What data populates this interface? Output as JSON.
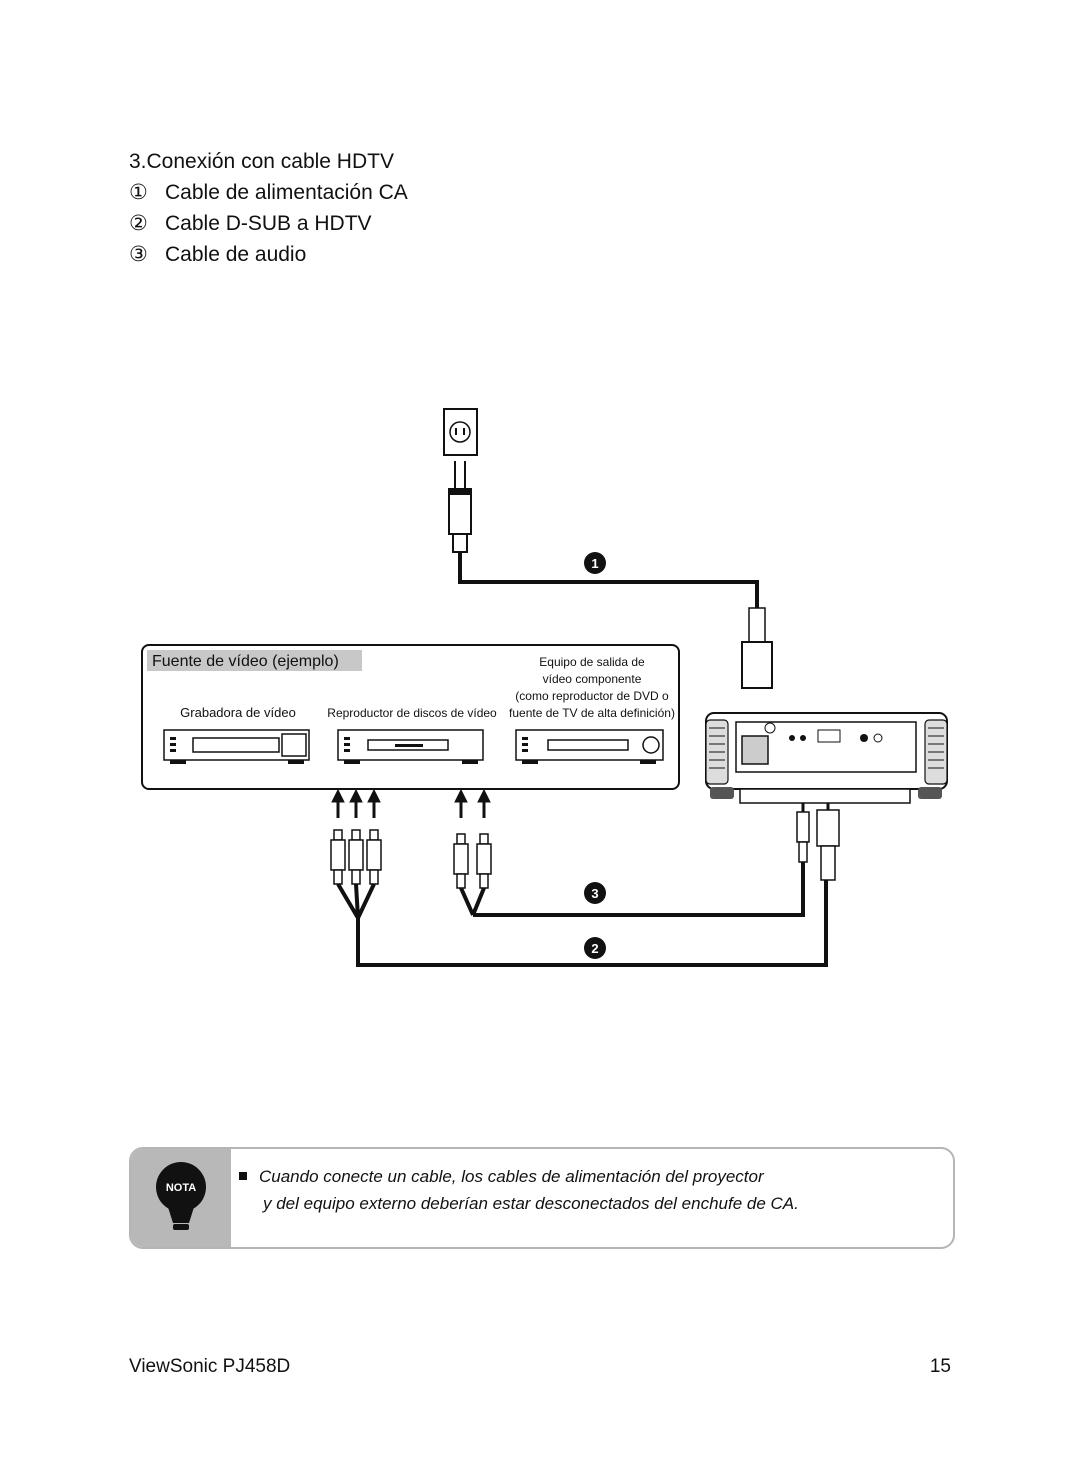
{
  "heading": {
    "title": "3.Conexión con cable HDTV",
    "items": [
      {
        "num": "①",
        "label": "Cable de alimentación CA"
      },
      {
        "num": "②",
        "label": "Cable D-SUB a HDTV"
      },
      {
        "num": "③",
        "label": "Cable de audio"
      }
    ]
  },
  "diagram": {
    "source_title": "Fuente de vídeo (ejemplo)",
    "vcr_label": "Grabadora de vídeo",
    "dvd_label": "Reproductor de discos de vídeo",
    "component_label_1": "Equipo de salida de",
    "component_label_2": "vídeo componente",
    "component_label_3": "(como reproductor de DVD o",
    "component_label_4": "fuente de TV de alta definición)",
    "callout_1": "1",
    "callout_2": "2",
    "callout_3": "3"
  },
  "note": {
    "icon_label": "NOTA",
    "line1": "Cuando conecte un cable, los cables de alimentación del proyector",
    "line2": "y del equipo externo deberían estar desconectados del enchufe de CA."
  },
  "footer": {
    "model": "ViewSonic PJ458D",
    "page": "15"
  }
}
